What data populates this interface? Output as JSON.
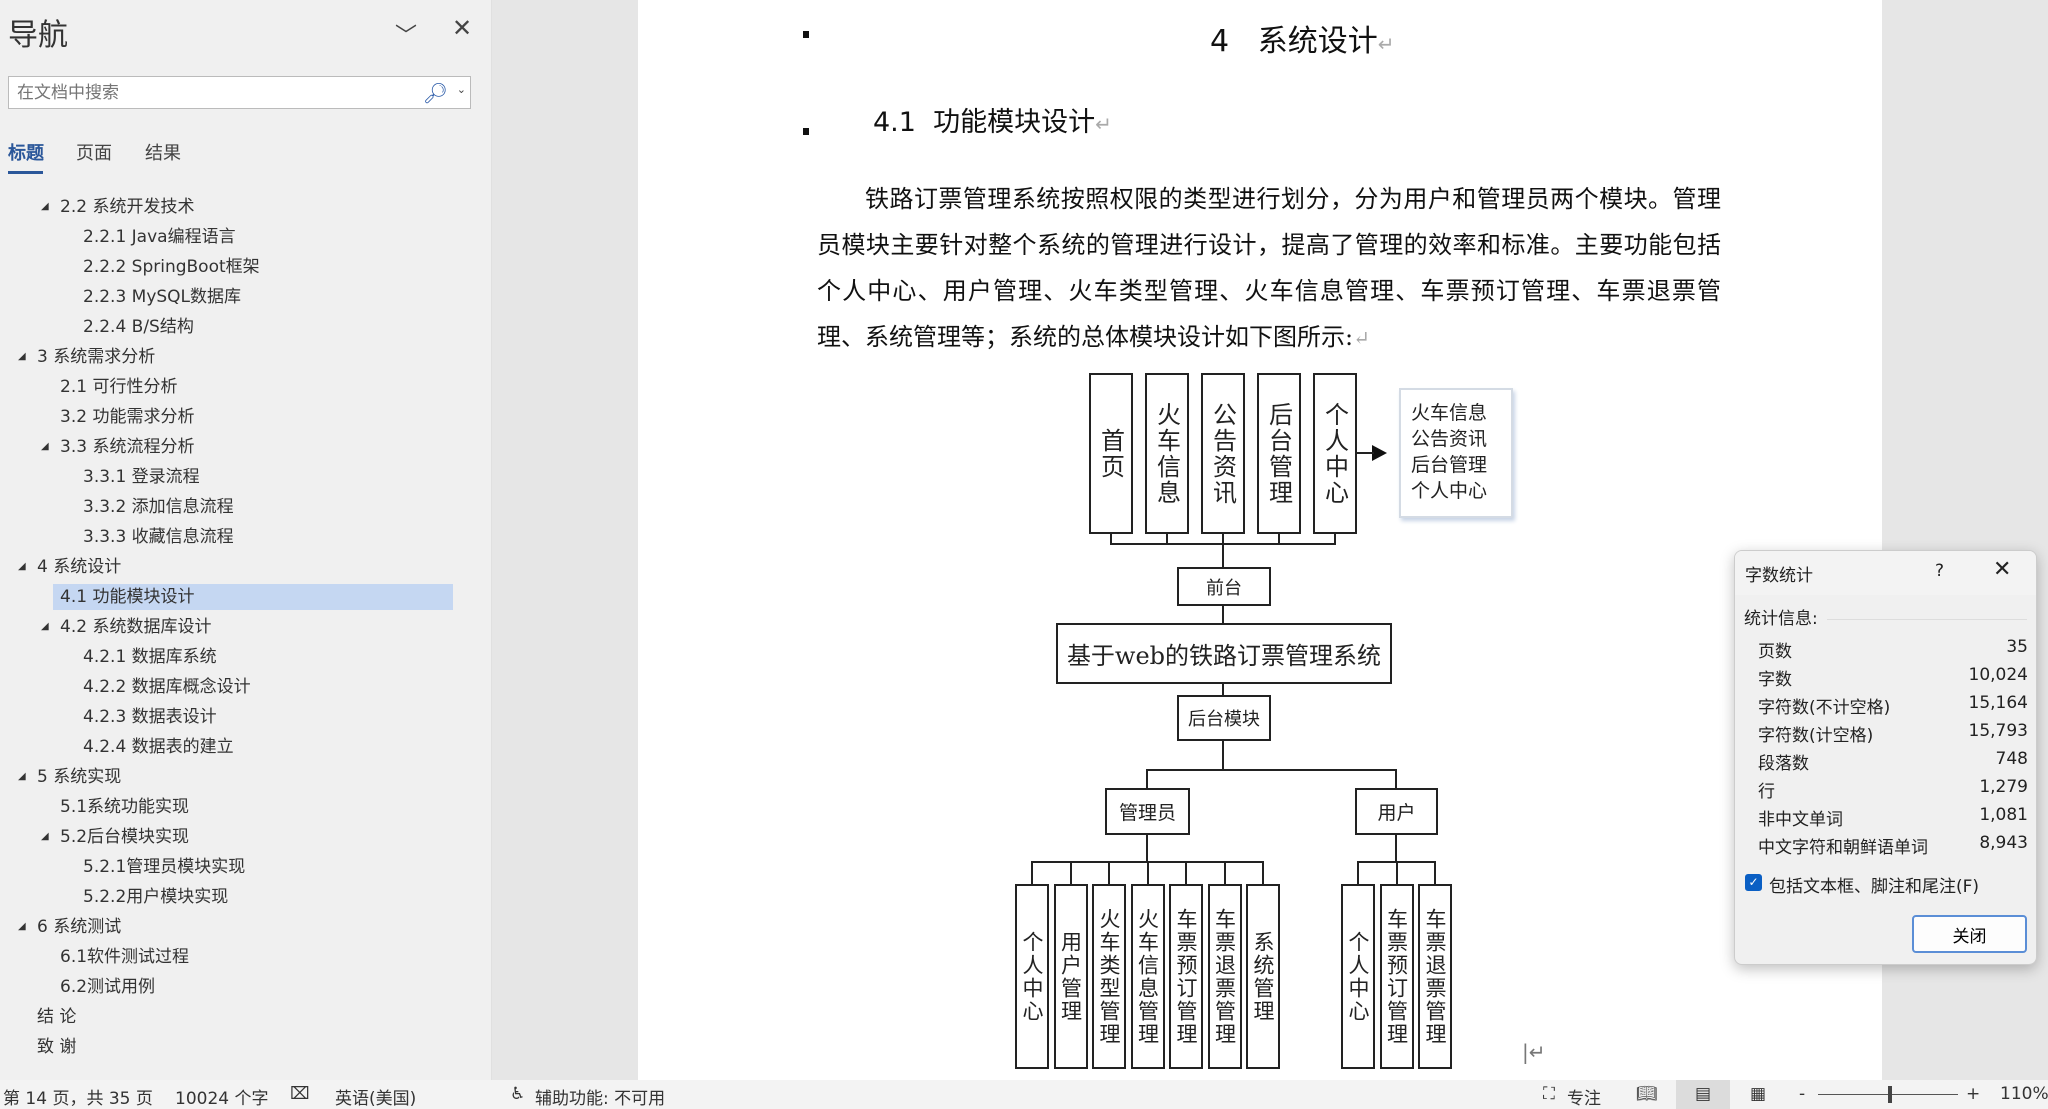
{
  "nav": {
    "title": "导航",
    "search_placeholder": "在文档中搜索",
    "tabs": [
      "标题",
      "页面",
      "结果"
    ],
    "items": [
      {
        "label": "2.2 系统开发技术",
        "level": 2,
        "expanded": true
      },
      {
        "label": "2.2.1 Java编程语言",
        "level": 3
      },
      {
        "label": "2.2.2 SpringBoot框架",
        "level": 3
      },
      {
        "label": "2.2.3 MySQL数据库",
        "level": 3
      },
      {
        "label": "2.2.4 B/S结构",
        "level": 3
      },
      {
        "label": "3  系统需求分析",
        "level": 1,
        "expanded": true
      },
      {
        "label": "2.1 可行性分析",
        "level": 2
      },
      {
        "label": "3.2 功能需求分析",
        "level": 2
      },
      {
        "label": "3.3 系统流程分析",
        "level": 2,
        "expanded": true
      },
      {
        "label": "3.3.1 登录流程",
        "level": 3
      },
      {
        "label": "3.3.2 添加信息流程",
        "level": 3
      },
      {
        "label": "3.3.3 收藏信息流程",
        "level": 3
      },
      {
        "label": "4  系统设计",
        "level": 1,
        "expanded": true
      },
      {
        "label": "4.1 功能模块设计",
        "level": 2,
        "selected": true
      },
      {
        "label": "4.2 系统数据库设计",
        "level": 2,
        "expanded": true
      },
      {
        "label": "4.2.1 数据库系统",
        "level": 3
      },
      {
        "label": "4.2.2 数据库概念设计",
        "level": 3
      },
      {
        "label": "4.2.3 数据表设计",
        "level": 3
      },
      {
        "label": "4.2.4 数据表的建立",
        "level": 3
      },
      {
        "label": "5  系统实现",
        "level": 1,
        "expanded": true
      },
      {
        "label": "5.1系统功能实现",
        "level": 2
      },
      {
        "label": "5.2后台模块实现",
        "level": 2,
        "expanded": true
      },
      {
        "label": "5.2.1管理员模块实现",
        "level": 3
      },
      {
        "label": "5.2.2用户模块实现",
        "level": 3
      },
      {
        "label": "6  系统测试",
        "level": 1,
        "expanded": true
      },
      {
        "label": "6.1软件测试过程",
        "level": 2
      },
      {
        "label": "6.2测试用例",
        "level": 2
      },
      {
        "label": "结  论",
        "level": 1
      },
      {
        "label": "致  谢",
        "level": 1
      }
    ]
  },
  "document": {
    "heading1": "4   系统设计",
    "heading2": "4.1  功能模块设计",
    "paragraph": "铁路订票管理系统按照权限的类型进行划分，分为用户和管理员两个模块。管理员模块主要针对整个系统的管理进行设计，提高了管理的效率和标准。主要功能包括个人中心、用户管理、火车类型管理、火车信息管理、车票预订管理、车票退票管理、系统管理等；系统的总体模块设计如下图所示:",
    "diagram": {
      "front_items": [
        "首页",
        "火车信息",
        "公告资讯",
        "后台管理",
        "个人中心"
      ],
      "note_lines": [
        "火车信息",
        "公告资讯",
        "后台管理",
        "个人中心"
      ],
      "front": "前台",
      "root": "基于web的铁路订票管理系统",
      "backend": "后台模块",
      "admin": "管理员",
      "user": "用户",
      "admin_items": [
        "个人中心",
        "用户管理",
        "火车类型管理",
        "火车信息管理",
        "车票预订管理",
        "车票退票管理",
        "系统管理"
      ],
      "user_items": [
        "个人中心",
        "车票预订管理",
        "车票退票管理"
      ]
    }
  },
  "dialog": {
    "title": "字数统计",
    "help": "?",
    "section": "统计信息:",
    "stats": [
      {
        "label": "页数",
        "value": "35"
      },
      {
        "label": "字数",
        "value": "10,024"
      },
      {
        "label": "字符数(不计空格)",
        "value": "15,164"
      },
      {
        "label": "字符数(计空格)",
        "value": "15,793"
      },
      {
        "label": "段落数",
        "value": "748"
      },
      {
        "label": "行",
        "value": "1,279"
      },
      {
        "label": "非中文单词",
        "value": "1,081"
      },
      {
        "label": "中文字符和朝鲜语单词",
        "value": "8,943"
      }
    ],
    "checkbox_label": "包括文本框、脚注和尾注(F)",
    "checkbox_checked": true,
    "close_button": "关闭"
  },
  "status": {
    "page": "第 14 页，共 35 页",
    "words": "10024 个字",
    "language": "英语(美国)",
    "accessibility": "辅助功能: 不可用",
    "focus": "专注",
    "zoom": "110%",
    "zoom_minus": "-",
    "zoom_plus": "+",
    "zoom_value": 110
  }
}
